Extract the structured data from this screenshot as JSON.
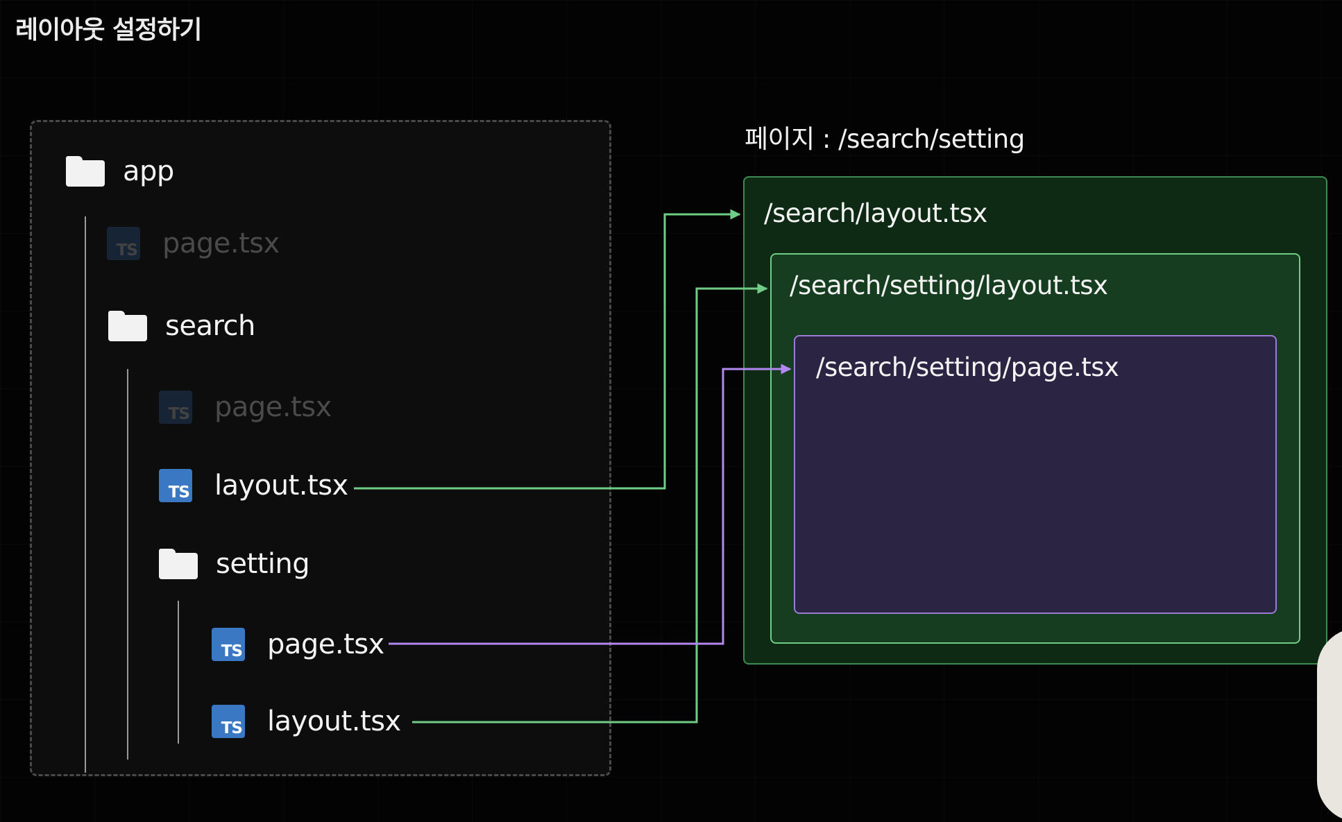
{
  "title": "레이아웃 설정하기",
  "tree": {
    "app": {
      "name": "app",
      "icon": "folder-icon"
    },
    "app_page": {
      "name": "page.tsx",
      "icon": "ts-icon",
      "dimmed": true
    },
    "search": {
      "name": "search",
      "icon": "folder-icon"
    },
    "search_page": {
      "name": "page.tsx",
      "icon": "ts-icon",
      "dimmed": true
    },
    "search_layout": {
      "name": "layout.tsx",
      "icon": "ts-icon"
    },
    "setting": {
      "name": "setting",
      "icon": "folder-icon"
    },
    "setting_page": {
      "name": "page.tsx",
      "icon": "ts-icon"
    },
    "setting_layout": {
      "name": "layout.tsx",
      "icon": "ts-icon"
    },
    "ts_badge": "TS"
  },
  "diagram": {
    "page_label": "페이지 : /search/setting",
    "outer_box": "/search/layout.tsx",
    "middle_box": "/search/setting/layout.tsx",
    "inner_box": "/search/setting/page.tsx"
  },
  "colors": {
    "background": "#030303",
    "layout_arrow": "#6fcd86",
    "page_arrow": "#b388f0",
    "outer_box_fill": "#0f2a14",
    "middle_box_fill": "#163d1f",
    "inner_box_fill": "#2b2442",
    "ts_icon": "#3b78c4"
  }
}
